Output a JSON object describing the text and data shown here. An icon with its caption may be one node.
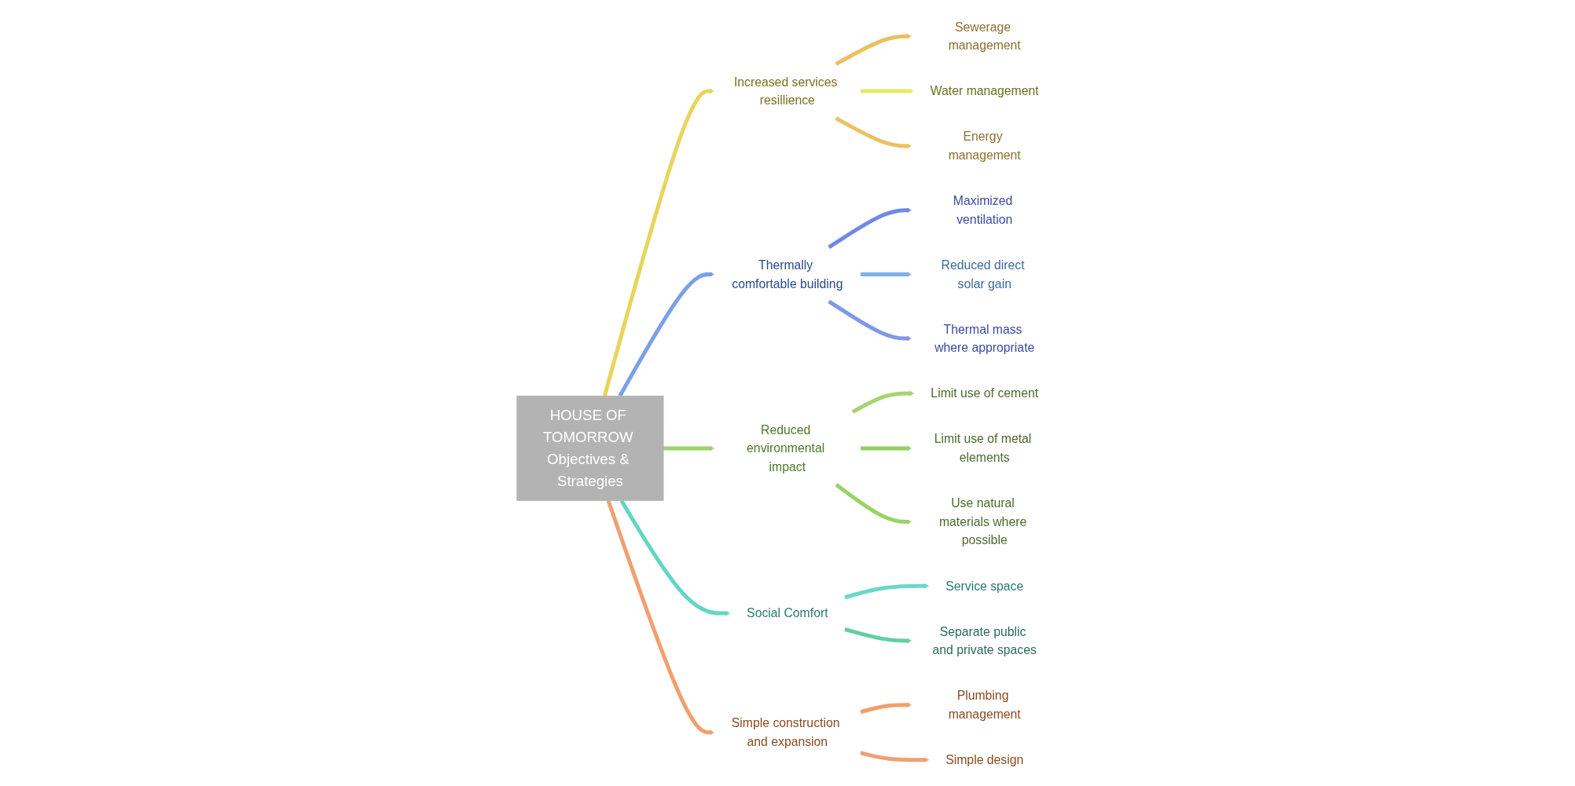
{
  "diagram": {
    "nodes": [
      {
        "text": [
          "HOUSE OF TOMORROW Objectives & Strategies"
        ]
      },
      {
        "text": [
          "Increased services resillience"
        ]
      },
      {
        "text": [
          "Sewerage management"
        ]
      },
      {
        "text": [
          "Water management"
        ]
      },
      {
        "text": [
          "Energy management"
        ]
      },
      {
        "text": [
          "Thermally comfortable building"
        ]
      },
      {
        "text": [
          "Maximized ventilation"
        ]
      },
      {
        "text": [
          "Reduced direct solar gain"
        ]
      },
      {
        "text": [
          "Thermal mass where appropriate"
        ]
      },
      {
        "text": [
          "Reduced environmental impact"
        ]
      },
      {
        "text": [
          "Limit use of cement"
        ]
      },
      {
        "text": [
          "Limit use of metal elements"
        ]
      },
      {
        "text": [
          "Use natural materials where possible"
        ]
      },
      {
        "text": [
          "Social Comfort"
        ]
      },
      {
        "text": [
          "Service space"
        ]
      },
      {
        "text": [
          "Separate public and private spaces"
        ]
      },
      {
        "text": [
          "Simple construction and expansion"
        ]
      },
      {
        "text": [
          "Plumbing management"
        ]
      },
      {
        "text": [
          "Simple design"
        ]
      }
    ],
    "edges": [
      {
        "from": 0,
        "to": 1,
        "arrow": "to",
        "color": "#e8d55a"
      },
      {
        "from": 1,
        "to": 2,
        "arrow": "to",
        "color": "#ecc060"
      },
      {
        "from": 1,
        "to": 3,
        "arrow": "to",
        "color": "#e8e860"
      },
      {
        "from": 1,
        "to": 4,
        "arrow": "to",
        "color": "#ecc060"
      },
      {
        "from": 0,
        "to": 5,
        "arrow": "to",
        "color": "#7aa0e8"
      },
      {
        "from": 5,
        "to": 6,
        "arrow": "to",
        "color": "#7088e8"
      },
      {
        "from": 5,
        "to": 7,
        "arrow": "to",
        "color": "#80b0e8"
      },
      {
        "from": 5,
        "to": 8,
        "arrow": "to",
        "color": "#8098e8"
      },
      {
        "from": 0,
        "to": 9,
        "arrow": "to",
        "color": "#9ad46a"
      },
      {
        "from": 9,
        "to": 10,
        "arrow": "to",
        "color": "#a8d470"
      },
      {
        "from": 9,
        "to": 11,
        "arrow": "to",
        "color": "#90d060"
      },
      {
        "from": 9,
        "to": 12,
        "arrow": "to",
        "color": "#98d468"
      },
      {
        "from": 0,
        "to": 13,
        "arrow": "to",
        "color": "#62d6c4"
      },
      {
        "from": 13,
        "to": 14,
        "arrow": "to",
        "color": "#68d8c8"
      },
      {
        "from": 13,
        "to": 15,
        "arrow": "to",
        "color": "#60d0a0"
      },
      {
        "from": 0,
        "to": 16,
        "arrow": "to",
        "color": "#f0a070"
      },
      {
        "from": 16,
        "to": 17,
        "arrow": "to",
        "color": "#f0a068"
      },
      {
        "from": 16,
        "to": 18,
        "arrow": "to",
        "color": "#f0a070"
      }
    ]
  }
}
